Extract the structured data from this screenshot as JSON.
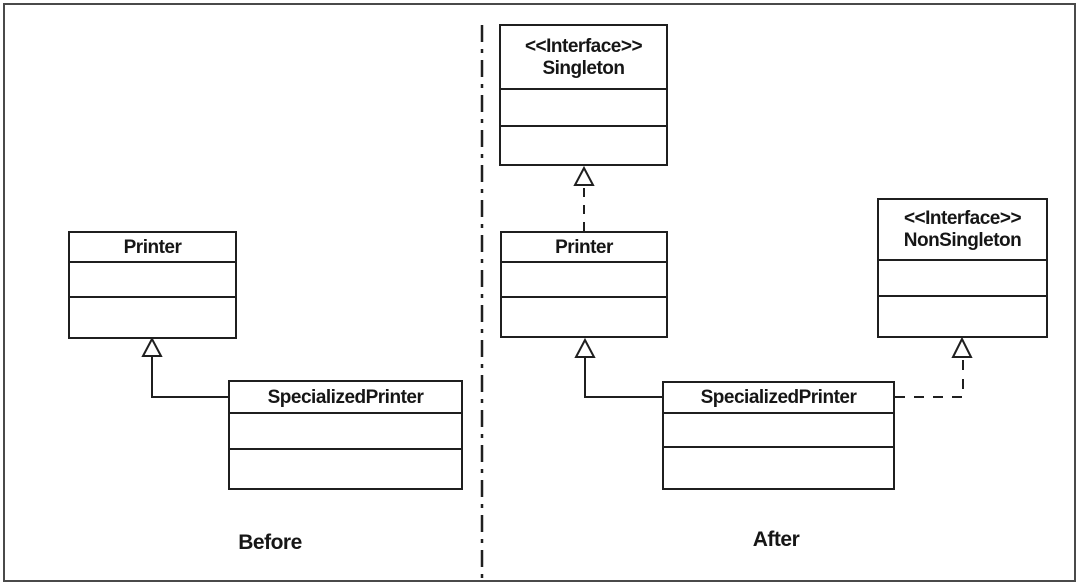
{
  "diagram": {
    "kind": "uml-class-diagram",
    "colors": {
      "line": "#1f1f1f",
      "background": "#ffffff",
      "frame": "#4a4a4a"
    },
    "before": {
      "label": "Before",
      "classes": {
        "printer": {
          "name": "Printer"
        },
        "specialized_printer": {
          "name": "SpecializedPrinter"
        }
      }
    },
    "after": {
      "label": "After",
      "interfaces": {
        "singleton": {
          "stereotype": "<<Interface>>",
          "name": "Singleton"
        },
        "non_singleton": {
          "stereotype": "<<Interface>>",
          "name": "NonSingleton"
        }
      },
      "classes": {
        "printer": {
          "name": "Printer"
        },
        "specialized_printer": {
          "name": "SpecializedPrinter"
        }
      }
    },
    "relationships": [
      {
        "panel": "before",
        "from": "SpecializedPrinter",
        "to": "Printer",
        "type": "inheritance",
        "line": "solid",
        "arrowhead": "hollow-triangle"
      },
      {
        "panel": "after",
        "from": "Printer",
        "to": "Singleton",
        "type": "realization",
        "line": "dashed",
        "arrowhead": "hollow-triangle"
      },
      {
        "panel": "after",
        "from": "SpecializedPrinter",
        "to": "Printer",
        "type": "inheritance",
        "line": "solid",
        "arrowhead": "hollow-triangle"
      },
      {
        "panel": "after",
        "from": "SpecializedPrinter",
        "to": "NonSingleton",
        "type": "realization",
        "line": "dashed",
        "arrowhead": "hollow-triangle"
      }
    ]
  }
}
